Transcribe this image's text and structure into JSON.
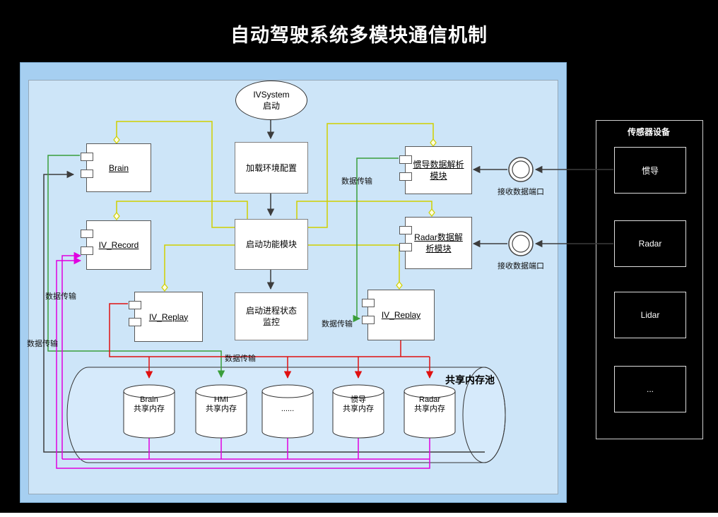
{
  "title": "自动驾驶系统多模块通信机制",
  "flow": {
    "start": "IVSystem\n启动",
    "load_config": "加载环境配置",
    "start_modules": "启动功能模块",
    "process_monitor": "启动进程状态\n监控"
  },
  "components": {
    "brain": "Brain",
    "iv_record": "IV_Record",
    "iv_replay_left": "IV_Replay",
    "ins_parser": "惯导数据解析\n模块",
    "radar_parser": "Radar数据解\n析模块",
    "iv_replay_right": "IV_Replay"
  },
  "ports": {
    "ins_port_label": "接收数据端口",
    "radar_port_label": "接收数据端口"
  },
  "sensors": {
    "panel_title": "传感器设备",
    "items": [
      "惯导",
      "Radar",
      "Lidar",
      "..."
    ]
  },
  "memory_pool": {
    "label": "共享内存池",
    "cylinders": [
      "Brain\n共享内存",
      "HMI\n共享内存",
      "......",
      "惯导\n共享内存",
      "Radar\n共享内存"
    ]
  },
  "edge_labels": {
    "left_upper": "数据传输",
    "left_lower": "数据传输",
    "bottom_center": "数据传输",
    "right_lower": "数据传输",
    "right_upper": "数据传输"
  },
  "colors": {
    "background": "#000000",
    "outer_panel": "#a6cff1",
    "inner_panel": "#cde5f8",
    "pool_fill": "#d6eafb",
    "link_yellow": "#d0d000",
    "link_green": "#3a9e3a",
    "link_red": "#e01010",
    "link_magenta": "#e000e0",
    "link_dark": "#3c3c3c"
  }
}
